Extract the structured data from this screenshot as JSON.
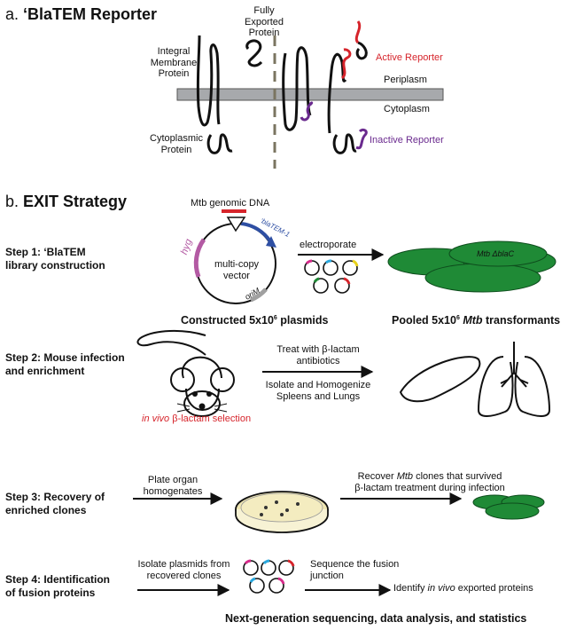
{
  "section_a": {
    "prefix": "a. ",
    "title": "‘BlaTEM Reporter",
    "labels": {
      "fully_exported": "Fully\nExported\nProtein",
      "integral": "Integral\nMembrane\nProtein",
      "active_reporter": "Active Reporter",
      "periplasm": "Periplasm",
      "cytoplasm": "Cytoplasm",
      "cytoplasmic_protein": "Cytoplasmic\nProtein",
      "inactive_reporter": "Inactive Reporter"
    },
    "colors": {
      "active": "#d6242b",
      "inactive": "#6a2a8e",
      "membrane": "#a7a9ac"
    }
  },
  "section_b": {
    "prefix": "b. ",
    "title": "EXIT Strategy",
    "step1": {
      "label": "Step 1: ‘BlaTEM\nlibrary construction",
      "genomic_dna": "Mtb genomic DNA",
      "blatem": "‘blaTEM-1",
      "hyg": "hyg",
      "vector": "multi-copy\nvector",
      "oriM": "oriM",
      "electroporate": "electroporate",
      "strain": "Mtb ΔblaC",
      "caption_left_a": "Constructed 5x10",
      "caption_left_exp": "6",
      "caption_left_b": " plasmids",
      "caption_right_a": "Pooled 5x10",
      "caption_right_exp": "6",
      "caption_right_b": " Mtb",
      "caption_right_c": " transformants",
      "colors": {
        "plasmid": "#b35aa3",
        "arrow": "#2e4fa3",
        "dna": "#d6242b",
        "ori": "#a0a0a0",
        "colony": "#1f8a36"
      }
    },
    "step2": {
      "label": "Step 2: Mouse infection\nand enrichment",
      "treat": "Treat with β-lactam\nantibiotics",
      "isolate": "Isolate and Homogenize\nSpleens and Lungs",
      "in_vivo_a": "in vivo",
      "in_vivo_b": " β-lactam selection"
    },
    "step3": {
      "label": "Step 3: Recovery of\nenriched clones",
      "plate": "Plate organ\nhomogenates",
      "recover_a": "Recover ",
      "recover_b": "Mtb",
      "recover_c": " clones that survived",
      "recover_d": "β-lactam treatment during infection"
    },
    "step4": {
      "label": "Step 4: Identification\nof fusion proteins",
      "isolate": "Isolate plasmids from\nrecovered clones",
      "sequence": "Sequence the fusion\njunction",
      "identify_a": "Identify ",
      "identify_b": "in vivo",
      "identify_c": " exported proteins",
      "ngs": "Next-generation sequencing, data analysis, and statistics"
    }
  }
}
